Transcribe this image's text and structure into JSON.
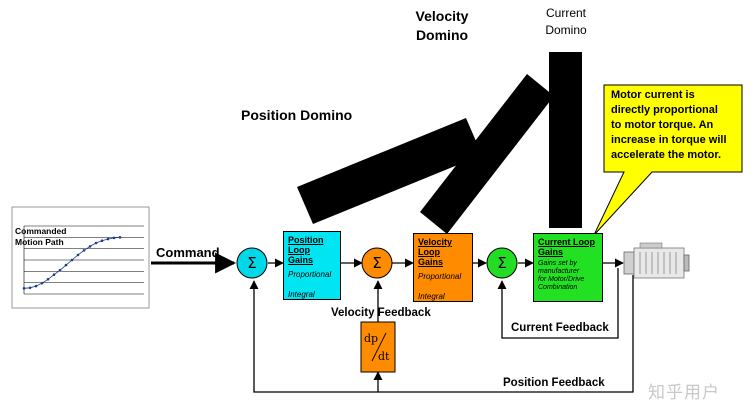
{
  "dominoes": {
    "position_title": "Position Domino",
    "velocity_title": "Velocity\nDomino",
    "current_title": "Current\nDomino"
  },
  "chart": {
    "label": "Commanded\nMotion Path"
  },
  "chart_data": {
    "type": "scatter",
    "title": "Commanded Motion Path",
    "x": [
      0,
      0.25,
      0.5,
      0.75,
      1,
      1.25,
      1.5,
      1.75,
      2,
      2.25,
      2.5,
      2.75,
      3,
      3.25,
      3.5,
      3.75,
      4
    ],
    "y": [
      0.5,
      0.55,
      0.7,
      0.95,
      1.3,
      1.7,
      2.1,
      2.55,
      3.0,
      3.45,
      3.85,
      4.2,
      4.5,
      4.7,
      4.85,
      4.95,
      5.0
    ],
    "xlim": [
      0,
      5
    ],
    "ylim": [
      0,
      6
    ],
    "grid": true,
    "color": "#1f3c88"
  },
  "labels": {
    "command": "Command",
    "velocity_feedback": "Velocity Feedback",
    "current_feedback": "Current Feedback",
    "position_feedback": "Position Feedback"
  },
  "blocks": {
    "position": {
      "title": "Position\nLoop\nGains",
      "sub": "Proportional\n\nIntegral",
      "color": "#00e5f2"
    },
    "velocity": {
      "title": "Velocity\nLoop\nGains",
      "sub": "Proportional\n\nIntegral",
      "color": "#ff8c00"
    },
    "current": {
      "title": "Current Loop\nGains",
      "sub": "Gains set by\nmanufacturer\nfor Motor/Drive\nCombination",
      "color": "#22e022"
    }
  },
  "summers": {
    "symbol": "Σ",
    "position_color": "#00d8e8",
    "velocity_color": "#ff8c00",
    "current_color": "#22dd22"
  },
  "derivative": {
    "num": "dp",
    "den": "dt",
    "color": "#ff8c00"
  },
  "callout": {
    "text": "Motor current is\ndirectly proportional\nto motor torque. An\nincrease in torque will\naccelerate the motor.",
    "color": "#ffff00"
  },
  "motor": {
    "icon": "motor-icon"
  },
  "watermark": "知乎用户"
}
